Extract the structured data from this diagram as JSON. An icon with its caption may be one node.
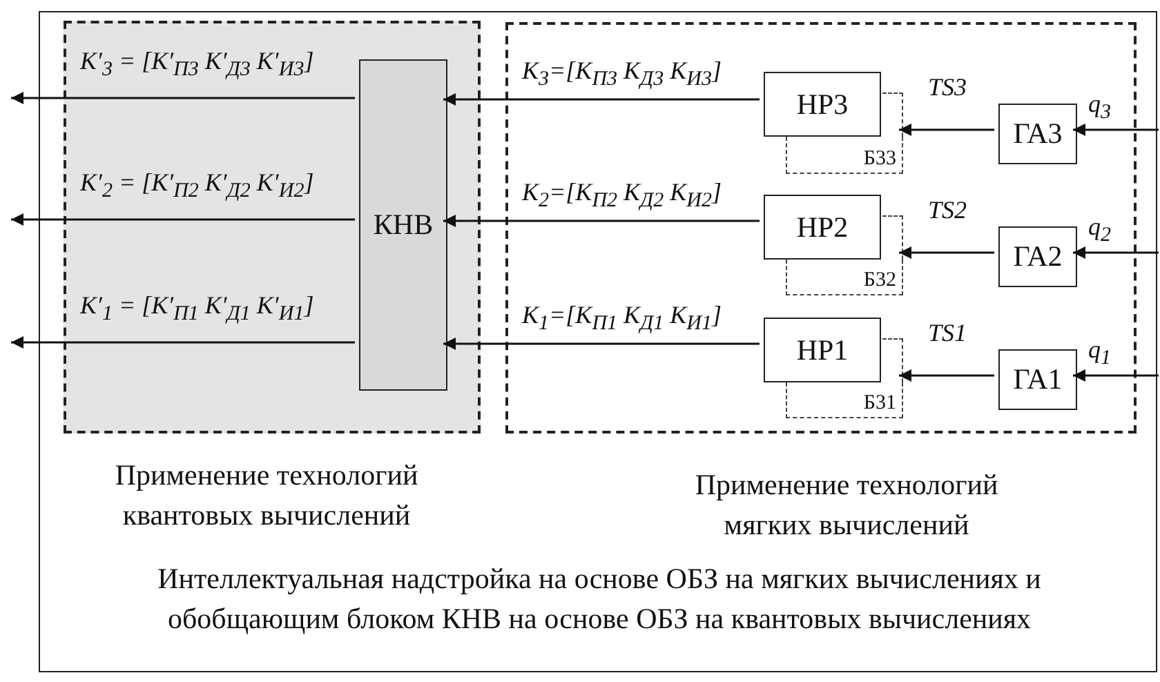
{
  "diagram": {
    "nodes": [
      {
        "text": [
          "Интеллектуальная надстройка на основе ОБЗ на мягких вычислениях и обобщающим блоком КНВ на основе ОБЗ на квантовых вычислениях"
        ]
      },
      {
        "text": [
          "Применение технологий квантовых вычислений"
        ],
        "in": 0
      },
      {
        "text": [
          "КНВ"
        ],
        "in": 1
      },
      {
        "text": [
          "Применение технологий мягких вычислений"
        ],
        "in": 0
      },
      {
        "text": [
          "НР3"
        ],
        "in": 3
      },
      {
        "text": [
          "Б33"
        ],
        "in": 3
      },
      {
        "text": [
          "ГА3"
        ],
        "in": 3
      },
      {
        "text": [
          "НР2"
        ],
        "in": 3
      },
      {
        "text": [
          "Б32"
        ],
        "in": 3
      },
      {
        "text": [
          "ГА2"
        ],
        "in": 3
      },
      {
        "text": [
          "НР1"
        ],
        "in": 3
      },
      {
        "text": [
          "Б31"
        ],
        "in": 3
      },
      {
        "text": [
          "ГА1"
        ],
        "in": 3
      }
    ],
    "edges": [
      {
        "from": null,
        "to": 6,
        "arrow": "to",
        "label": "q$_{3}$"
      },
      {
        "from": 6,
        "to": 5,
        "arrow": "to",
        "label": "TS3"
      },
      {
        "from": 4,
        "to": 2,
        "arrow": "to",
        "label": "K$_{3}$=[K$_{П3}$ K$_{Д3}$ K$_{И3}$]"
      },
      {
        "from": 2,
        "to": null,
        "arrow": "to",
        "label": "K′$_{3}$ = [K′$_{П3}$ K′$_{Д3}$ K′$_{И3}$]"
      },
      {
        "from": null,
        "to": 9,
        "arrow": "to",
        "label": "q$_{2}$"
      },
      {
        "from": 9,
        "to": 8,
        "arrow": "to",
        "label": "TS2"
      },
      {
        "from": 7,
        "to": 2,
        "arrow": "to",
        "label": "K$_{2}$=[K$_{П2}$ K$_{Д2}$ K$_{И2}$]"
      },
      {
        "from": 2,
        "to": null,
        "arrow": "to",
        "label": "K′$_{2}$ = [K′$_{П2}$ K′$_{Д2}$ K′$_{И2}$]"
      },
      {
        "from": null,
        "to": 12,
        "arrow": "to",
        "label": "q$_{1}$"
      },
      {
        "from": 12,
        "to": 11,
        "arrow": "to",
        "label": "TS1"
      },
      {
        "from": 10,
        "to": 2,
        "arrow": "to",
        "label": "K$_{1}$=[K$_{П1}$ K$_{Д1}$ K$_{И1}$]"
      },
      {
        "from": 2,
        "to": null,
        "arrow": "to",
        "label": "K′$_{1}$ = [K′$_{П1}$ K′$_{Д1}$ K′$_{И1}$]"
      }
    ]
  }
}
